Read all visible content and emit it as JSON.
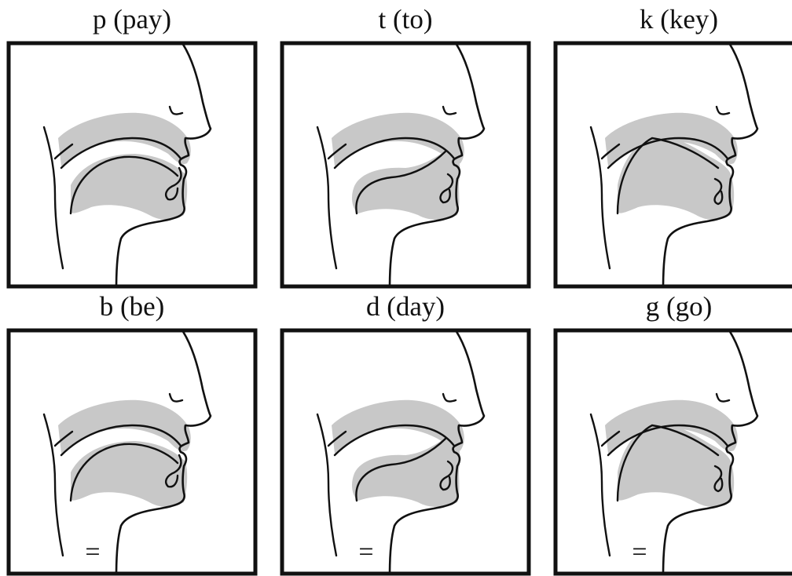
{
  "consonants": [
    {
      "label": "p (pay)",
      "place": "bilabial",
      "voiced": false
    },
    {
      "label": "t (to)",
      "place": "alveolar",
      "voiced": false
    },
    {
      "label": "k (key)",
      "place": "velar",
      "voiced": false
    },
    {
      "label": "b (be)",
      "place": "bilabial",
      "voiced": true
    },
    {
      "label": "d (day)",
      "place": "alveolar",
      "voiced": true
    },
    {
      "label": "g (go)",
      "place": "velar",
      "voiced": true
    }
  ],
  "voicing_symbol": "=",
  "colors": {
    "outline": "#111111",
    "shade": "#c8c8c8"
  }
}
